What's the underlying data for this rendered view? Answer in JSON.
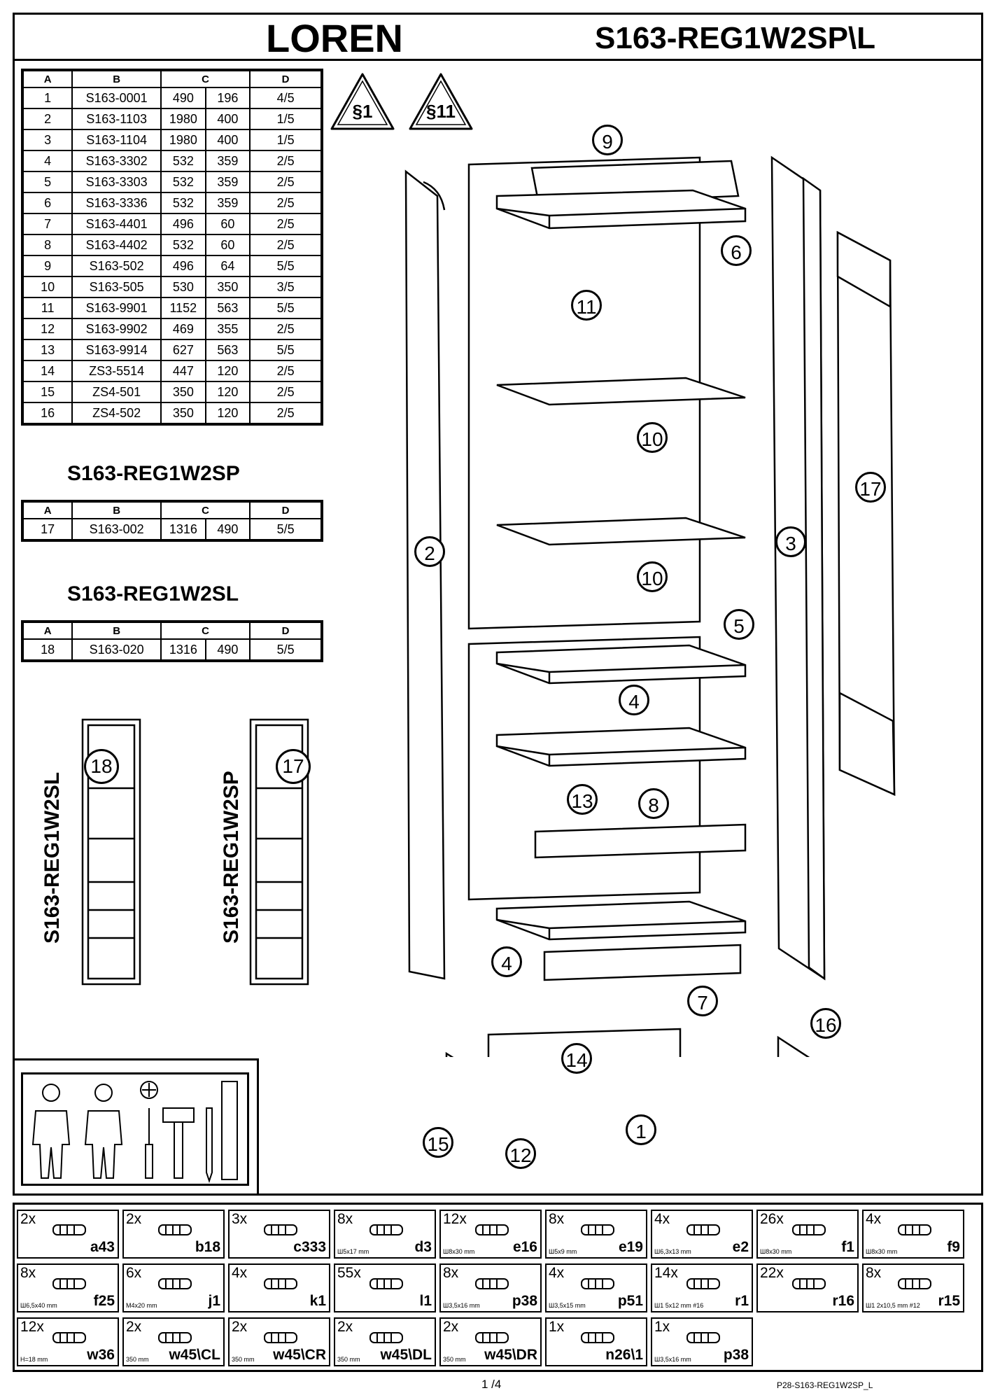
{
  "header": {
    "title": "LOREN",
    "code": "S163-REG1W2SP\\L"
  },
  "warnings": [
    "§1",
    "§11"
  ],
  "main_table": {
    "headers": [
      "A",
      "B",
      "C",
      "D"
    ],
    "rows": [
      [
        "1",
        "S163-0001",
        "490",
        "196",
        "4/5"
      ],
      [
        "2",
        "S163-1103",
        "1980",
        "400",
        "1/5"
      ],
      [
        "3",
        "S163-1104",
        "1980",
        "400",
        "1/5"
      ],
      [
        "4",
        "S163-3302",
        "532",
        "359",
        "2/5"
      ],
      [
        "5",
        "S163-3303",
        "532",
        "359",
        "2/5"
      ],
      [
        "6",
        "S163-3336",
        "532",
        "359",
        "2/5"
      ],
      [
        "7",
        "S163-4401",
        "496",
        "60",
        "2/5"
      ],
      [
        "8",
        "S163-4402",
        "532",
        "60",
        "2/5"
      ],
      [
        "9",
        "S163-502",
        "496",
        "64",
        "5/5"
      ],
      [
        "10",
        "S163-505",
        "530",
        "350",
        "3/5"
      ],
      [
        "11",
        "S163-9901",
        "1152",
        "563",
        "5/5"
      ],
      [
        "12",
        "S163-9902",
        "469",
        "355",
        "2/5"
      ],
      [
        "13",
        "S163-9914",
        "627",
        "563",
        "5/5"
      ],
      [
        "14",
        "ZS3-5514",
        "447",
        "120",
        "2/5"
      ],
      [
        "15",
        "ZS4-501",
        "350",
        "120",
        "2/5"
      ],
      [
        "16",
        "ZS4-502",
        "350",
        "120",
        "2/5"
      ]
    ]
  },
  "variant_sp": {
    "title": "S163-REG1W2SP",
    "headers": [
      "A",
      "B",
      "C",
      "D"
    ],
    "rows": [
      [
        "17",
        "S163-002",
        "1316",
        "490",
        "5/5"
      ]
    ]
  },
  "variant_sl": {
    "title": "S163-REG1W2SL",
    "headers": [
      "A",
      "B",
      "C",
      "D"
    ],
    "rows": [
      [
        "18",
        "S163-020",
        "1316",
        "490",
        "5/5"
      ]
    ]
  },
  "previews": {
    "sl": {
      "label": "S163-REG1W2SL",
      "part": "18"
    },
    "sp": {
      "label": "S163-REG1W2SP",
      "part": "17"
    }
  },
  "callouts": [
    "9",
    "6",
    "11",
    "10",
    "10",
    "2",
    "3",
    "17",
    "5",
    "4",
    "13",
    "8",
    "4",
    "7",
    "16",
    "14",
    "15",
    "12",
    "1"
  ],
  "hardware": [
    {
      "qty": "2x",
      "code": "a43",
      "dim": ""
    },
    {
      "qty": "2x",
      "code": "b18",
      "dim": ""
    },
    {
      "qty": "3x",
      "code": "c333",
      "dim": ""
    },
    {
      "qty": "8x",
      "code": "d3",
      "dim": "Ш5x17 mm"
    },
    {
      "qty": "12x",
      "code": "e16",
      "dim": "Ш8x30 mm"
    },
    {
      "qty": "8x",
      "code": "e19",
      "dim": "Ш5x9 mm"
    },
    {
      "qty": "4x",
      "code": "e2",
      "dim": "Ш6,3x13 mm"
    },
    {
      "qty": "26x",
      "code": "f1",
      "dim": "Ш8x30 mm"
    },
    {
      "qty": "4x",
      "code": "f9",
      "dim": "Ш8x30 mm"
    },
    {
      "qty": "8x",
      "code": "f25",
      "dim": "Ш6,5x40 mm"
    },
    {
      "qty": "6x",
      "code": "j1",
      "dim": "M4x20 mm"
    },
    {
      "qty": "4x",
      "code": "k1",
      "dim": ""
    },
    {
      "qty": "55x",
      "code": "l1",
      "dim": ""
    },
    {
      "qty": "8x",
      "code": "p38",
      "dim": "Ш3,5x16 mm"
    },
    {
      "qty": "4x",
      "code": "p51",
      "dim": "Ш3,5x15 mm"
    },
    {
      "qty": "14x",
      "code": "r1",
      "dim": "Ш1 5x12 mm #16"
    },
    {
      "qty": "22x",
      "code": "r16",
      "dim": ""
    },
    {
      "qty": "8x",
      "code": "r15",
      "dim": "Ш1 2x10,5 mm #12"
    },
    {
      "qty": "12x",
      "code": "w36",
      "dim": "H=18 mm"
    },
    {
      "qty": "2x",
      "code": "w45\\CL",
      "dim": "350 mm"
    },
    {
      "qty": "2x",
      "code": "w45\\CR",
      "dim": "350 mm"
    },
    {
      "qty": "2x",
      "code": "w45\\DL",
      "dim": "350 mm"
    },
    {
      "qty": "2x",
      "code": "w45\\DR",
      "dim": "350 mm"
    },
    {
      "qty": "1x",
      "code": "n26\\1",
      "dim": ""
    },
    {
      "qty": "1x",
      "code": "p38",
      "dim": "Ш3,5x16 mm"
    }
  ],
  "footer": {
    "page": "1 /4",
    "doc_code": "P28-S163-REG1W2SP_L"
  }
}
